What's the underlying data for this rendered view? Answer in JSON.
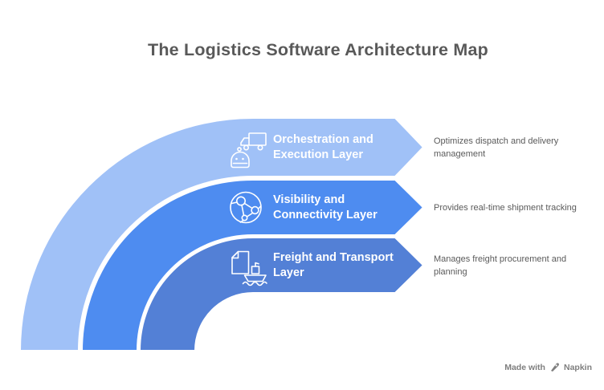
{
  "title": "The Logistics Software Architecture Map",
  "colors": {
    "layer1": "#A0C1F7",
    "layer2": "#4E8CF0",
    "layer3": "#5380D6",
    "outline": "#ffffff",
    "title_text": "#595959",
    "description_text": "#5a5a5a",
    "watermark_text": "#7e7e7e"
  },
  "layers": [
    {
      "name": "Orchestration and Execution Layer",
      "description": "Optimizes dispatch and delivery management",
      "icon": "robot-truck-icon",
      "color": "#A0C1F7"
    },
    {
      "name": "Visibility and Connectivity Layer",
      "description": "Provides real-time shipment tracking",
      "icon": "globe-network-icon",
      "color": "#4E8CF0"
    },
    {
      "name": "Freight and Transport Layer",
      "description": "Manages freight procurement and planning",
      "icon": "package-ship-icon",
      "color": "#5380D6"
    }
  ],
  "watermark": {
    "made_with": "Made with",
    "brand": "Napkin"
  }
}
